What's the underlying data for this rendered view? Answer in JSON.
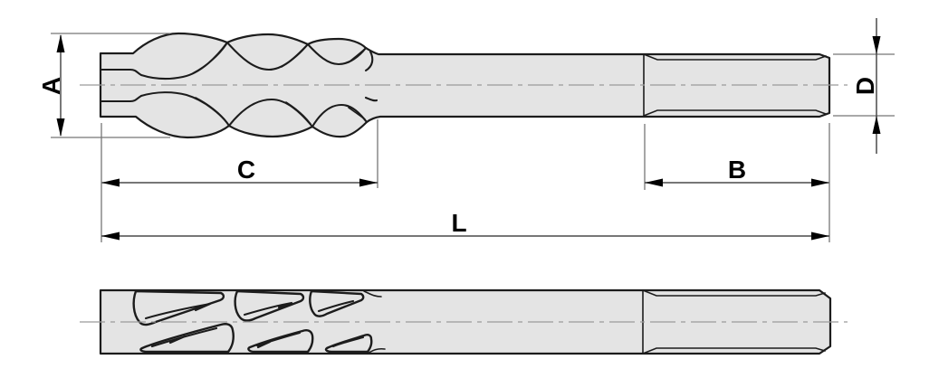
{
  "dimension_labels": {
    "A": "A",
    "C": "C",
    "B": "B",
    "L": "L",
    "D": "D"
  },
  "colors": {
    "body_fill": "#e4e4e4",
    "outline": "#1c1c1c",
    "dim_line": "#4a4a4a",
    "ext_line": "#767676",
    "center_line": "#9a9a9a",
    "label_color": "#000000",
    "background": "#ffffff"
  }
}
